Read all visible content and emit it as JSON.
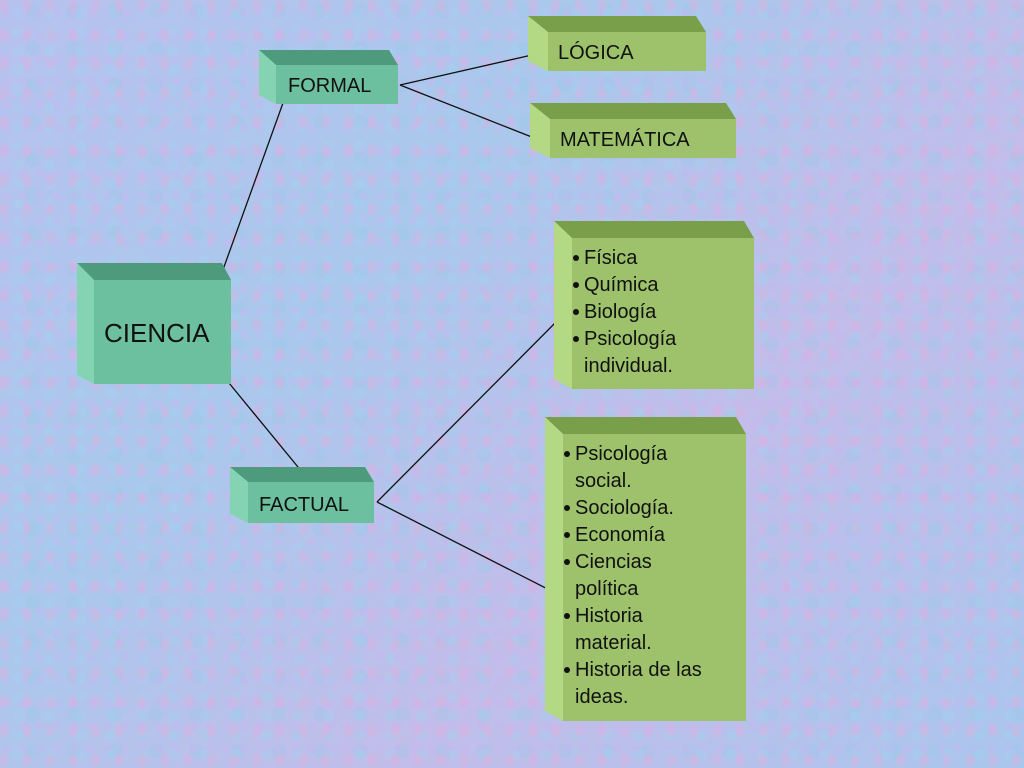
{
  "diagram": {
    "root": {
      "label": "CIENCIA"
    },
    "branches": {
      "formal": {
        "label": "FORMAL",
        "children": [
          "LÓGICA",
          "MATEMÁTICA"
        ]
      },
      "factual": {
        "label": "FACTUAL",
        "groups": [
          {
            "items": [
              "Física",
              "Química",
              "Biología",
              "Psicología individual."
            ]
          },
          {
            "items": [
              "Psicología social.",
              "Sociología.",
              "Economía",
              "Ciencias política",
              "Historia material.",
              "Historia de las ideas."
            ]
          }
        ]
      }
    },
    "colors": {
      "teal_box": "#6cbf9f",
      "green_box": "#9dc26b",
      "connector": "#111111",
      "background": "#b4c4ee"
    }
  }
}
